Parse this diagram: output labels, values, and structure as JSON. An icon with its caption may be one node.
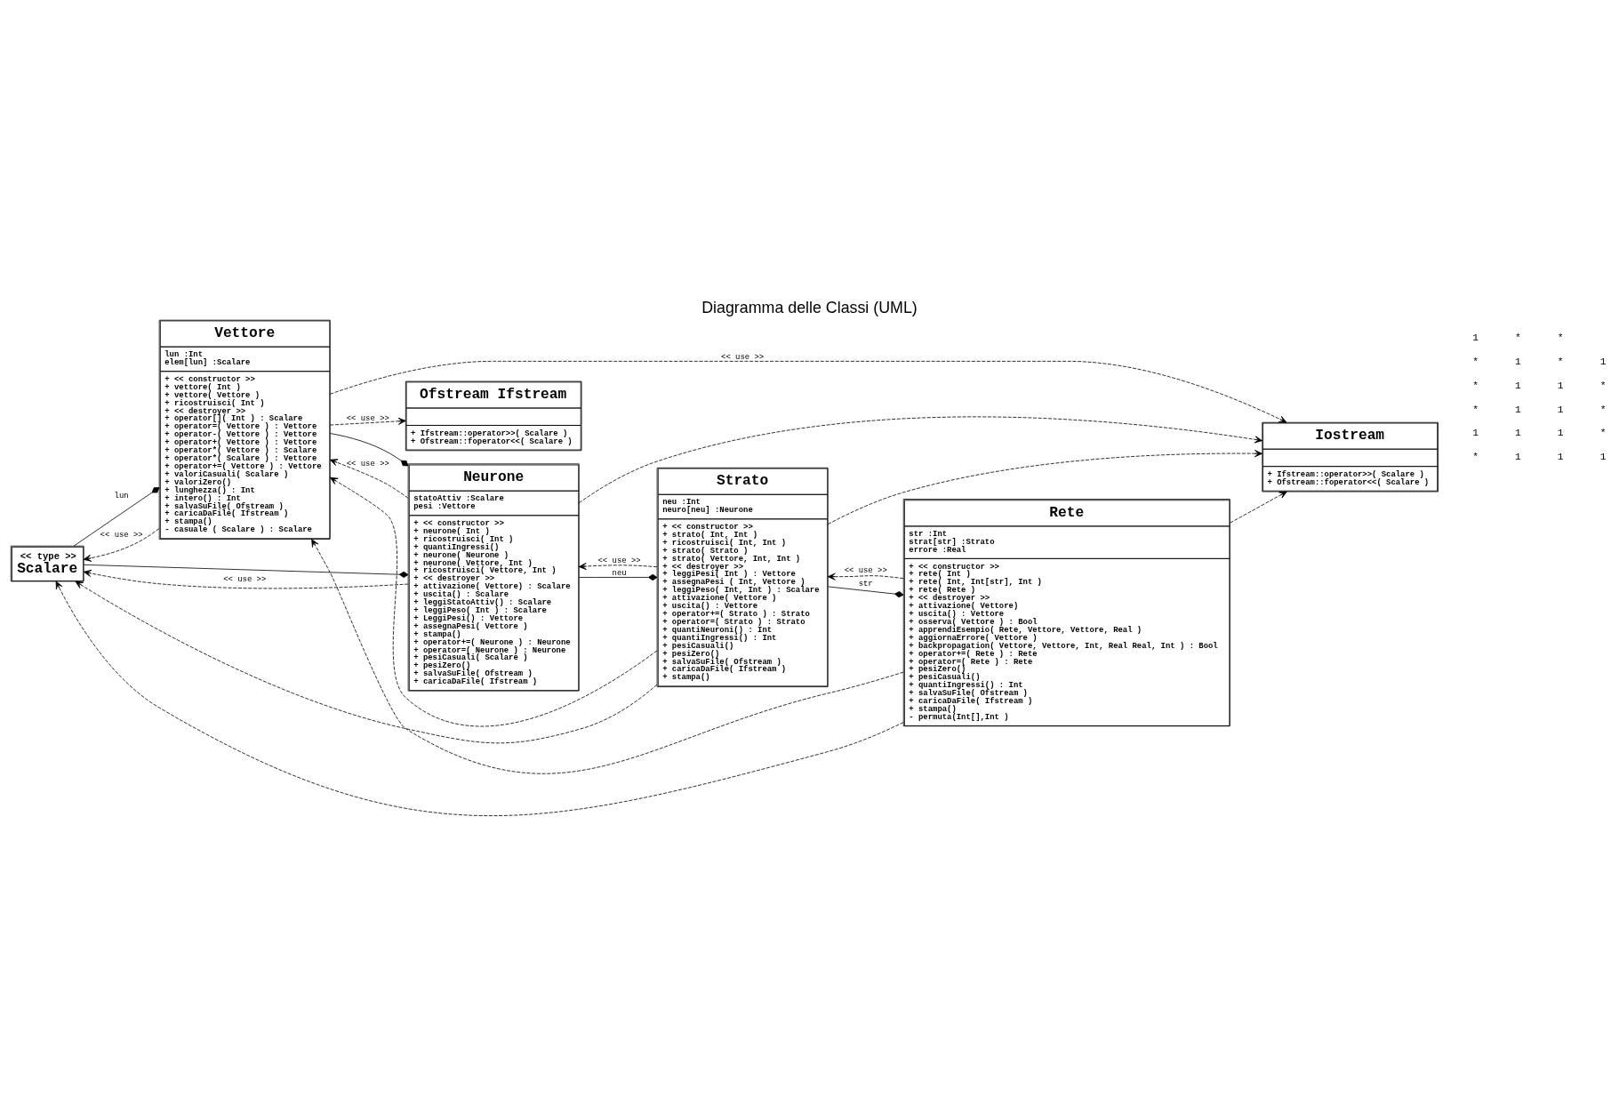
{
  "diagram": {
    "title": "Diagramma delle Classi (UML)",
    "nodes": [
      {
        "text": [
          "<< type >>",
          "Scalare"
        ]
      },
      {
        "text": [
          "Vettore",
          "lun :Int",
          "elem[lun] :Scalare",
          "+ << constructor >>",
          "+ vettore( Int )",
          "+ vettore( Vettore )",
          "+ ricostruisci( Int )",
          "+ << destroyer >>",
          "+ operator[]( Int ) : Scalare",
          "+ operator=( Vettore ) : Vettore",
          "+ operator-( Vettore ) : Vettore",
          "+ operator+( Vettore ) : Vettore",
          "+ operator*( Vettore ) : Scalare",
          "+ operator*( Scalare ) : Vettore",
          "+ operator+=( Vettore ) : Vettore",
          "+ valoriCasuali( Scalare )",
          "+ valoriZero()",
          "+ lunghezza() : Int",
          "+ intero() : Int",
          "+ salvaSuFile( Ofstream )",
          "+ caricaDaFile( Ifstream )",
          "+ stampa()",
          "- casuale ( Scalare ) : Scalare"
        ]
      },
      {
        "text": [
          "Neurone",
          "statoAttiv :Scalare",
          "pesi :Vettore",
          "+ << constructor >>",
          "+ neurone( Int )",
          "+ ricostruisci( Int )",
          "+ quantiIngressi()",
          "+ neurone( Neurone )",
          "+ neurone( Vettore, Int )",
          "+ ricostruisci( Vettore, Int )",
          "+ << destroyer >>",
          "+ attivazione( Vettore) : Scalare",
          "+ uscita() : Scalare",
          "+ leggiStatoAttiv() : Scalare",
          "+ leggiPeso( Int ) : Scalare",
          "+ LeggiPesi() : Vettore",
          "+ assegnaPesi( Vettore )",
          "+ stampa()",
          "+ operator+=( Neurone ) : Neurone",
          "+ operator=( Neurone ) : Neurone",
          "+ pesiCasuali( Scalare )",
          "+ pesiZero()",
          "+ salvaSuFile( Ofstream )",
          "+ caricaDaFile( Ifstream )"
        ]
      },
      {
        "text": [
          "Strato",
          "neu :Int",
          "neuro[neu] :Neurone",
          "+ << constructor >>",
          "+ strato( Int, Int )",
          "+ ricostruisci( Int, Int )",
          "+ strato( Strato )",
          "+ strato( Vettore, Int, Int )",
          "+ << destroyer >>",
          "+ leggiPesi( Int ) : Vettore",
          "+ assegnaPesi ( Int, Vettore )",
          "+ leggiPeso( Int, Int ) : Scalare",
          "+ attivazione( Vettore )",
          "+ uscita() : Vettore",
          "+ operator+=( Strato ) : Strato",
          "+ operator=( Strato ) : Strato",
          "+ quantiNeuroni() : Int",
          "+ quantiIngressi() : Int",
          "+ pesiCasuali()",
          "+ pesiZero()",
          "+ salvaSuFile( Ofstream )",
          "+ caricaDaFile( Ifstream )",
          "+ stampa()"
        ]
      },
      {
        "text": [
          "Rete",
          "str :Int",
          "strat[str] :Strato",
          "errore :Real",
          "+ << constructor >>",
          "+ rete( Int )",
          "+ rete( Int, Int[str], Int )",
          "+ rete( Rete )",
          "+ << destroyer >>",
          "+ attivazione( Vettore)",
          "+ uscita() : Vettore",
          "+ osserva( Vettore ) : Bool",
          "+ apprendiEsempio( Rete, Vettore, Vettore, Real )",
          "+ aggiornaErrore( Vettore )",
          "+ backpropagation( Vettore, Vettore, Int, Real Real, Int ) : Bool",
          "+ operator+=( Rete ) : Rete",
          "+ operator=( Rete ) : Rete",
          "+ pesiZero()",
          "+ pesiCasuali()",
          "+ quantiIngressi() : Int",
          "+ salvaSuFile( Ofstream )",
          "+ caricaDaFile( Ifstream )",
          "+ stampa()",
          "- permuta(Int[],Int )"
        ]
      },
      {
        "text": [
          "Ofstream Ifstream",
          "+ Ifstream::operator>>( Scalare )",
          "+ Ofstream::foperator<<( Scalare )"
        ]
      },
      {
        "text": [
          "Iostream",
          "+ Ifstream::operator>>( Scalare )",
          "+ Ofstream::foperator<<( Scalare )"
        ]
      }
    ],
    "edges": [
      {
        "from": 0,
        "to": 2,
        "arrow": "other"
      },
      {
        "from": 0,
        "to": 1,
        "arrow": "other",
        "label": "lun"
      },
      {
        "from": 1,
        "to": 2,
        "arrow": "other"
      },
      {
        "from": 2,
        "to": 3,
        "arrow": "other",
        "label": "neu"
      },
      {
        "from": 3,
        "to": 4,
        "arrow": "other",
        "label": "str"
      },
      {
        "from": 1,
        "to": 0,
        "arrow": "to",
        "style": "dashed",
        "label": "<< use >>"
      },
      {
        "from": 2,
        "to": 0,
        "arrow": "to",
        "style": "dashed",
        "label": "<< use >>"
      },
      {
        "from": 2,
        "to": 1,
        "arrow": "to",
        "style": "dashed",
        "label": "<< use >>"
      },
      {
        "from": 3,
        "to": 0,
        "arrow": "to",
        "style": "dashed"
      },
      {
        "from": 3,
        "to": 1,
        "arrow": "to",
        "style": "dashed"
      },
      {
        "from": 3,
        "to": 2,
        "arrow": "to",
        "style": "dashed",
        "label": "<< use >>"
      },
      {
        "from": 4,
        "to": 0,
        "arrow": "to",
        "style": "dashed"
      },
      {
        "from": 4,
        "to": 1,
        "arrow": "to",
        "style": "dashed"
      },
      {
        "from": 4,
        "to": 3,
        "arrow": "to",
        "style": "dashed",
        "label": "<< use >>"
      },
      {
        "from": 1,
        "to": 5,
        "arrow": "to",
        "style": "dashed",
        "label": "<< use >>"
      },
      {
        "from": 1,
        "to": 6,
        "arrow": "to",
        "style": "dashed",
        "label": "<< use >>"
      },
      {
        "from": 2,
        "to": 6,
        "arrow": "to",
        "style": "dashed"
      },
      {
        "from": 3,
        "to": 6,
        "arrow": "to",
        "style": "dashed"
      },
      {
        "from": 4,
        "to": 6,
        "arrow": "to",
        "style": "dashed"
      }
    ],
    "labels": [
      "*",
      "1",
      "*",
      "*",
      "*",
      "1",
      "1",
      "1",
      "1",
      "1",
      "1",
      "*",
      "1",
      "1",
      "1",
      "1",
      "*",
      "*",
      "1",
      "*",
      "*",
      "*",
      "1"
    ]
  }
}
